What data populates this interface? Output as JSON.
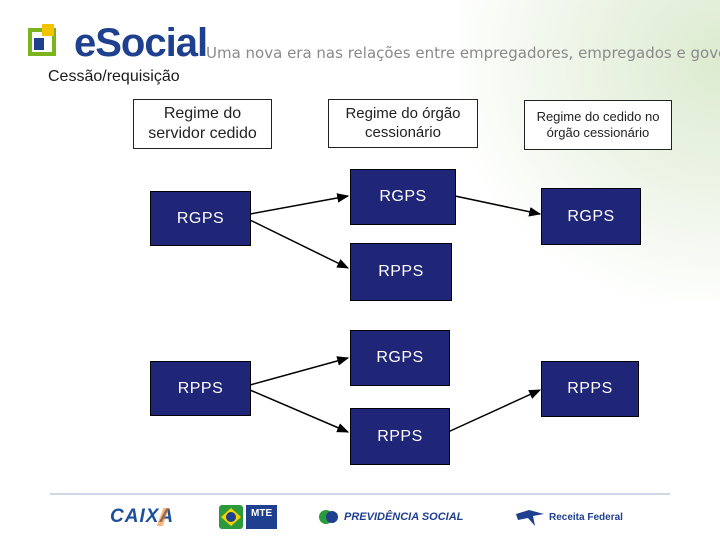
{
  "header": {
    "logo_text": "eSocial",
    "tagline": "Uma nova era nas relações entre empregadores, empregados e governo",
    "subtitle": "Cessão/requisição"
  },
  "columns": {
    "col1": [
      "Regime do",
      "servidor cedido"
    ],
    "col2": [
      "Regime do órgão",
      "cessionário"
    ],
    "col3": [
      "Regime do cedido no",
      "órgão cessionário"
    ]
  },
  "boxes": {
    "left_top": "RGPS",
    "left_bottom": "RPPS",
    "mid_1": "RGPS",
    "mid_2": "RPPS",
    "mid_3": "RGPS",
    "mid_4": "RPPS",
    "right_top": "RGPS",
    "right_bottom": "RPPS"
  },
  "footer": {
    "caixa": "CAIXA",
    "mte": "MTE",
    "previdencia": "PREVIDÊNCIA SOCIAL",
    "receita": "Receita Federal"
  },
  "colors": {
    "box_fill": "#1f2577",
    "logo_blue": "#1f3f8f",
    "logo_green": "#7ab51d",
    "logo_yellow": "#f3c300"
  }
}
